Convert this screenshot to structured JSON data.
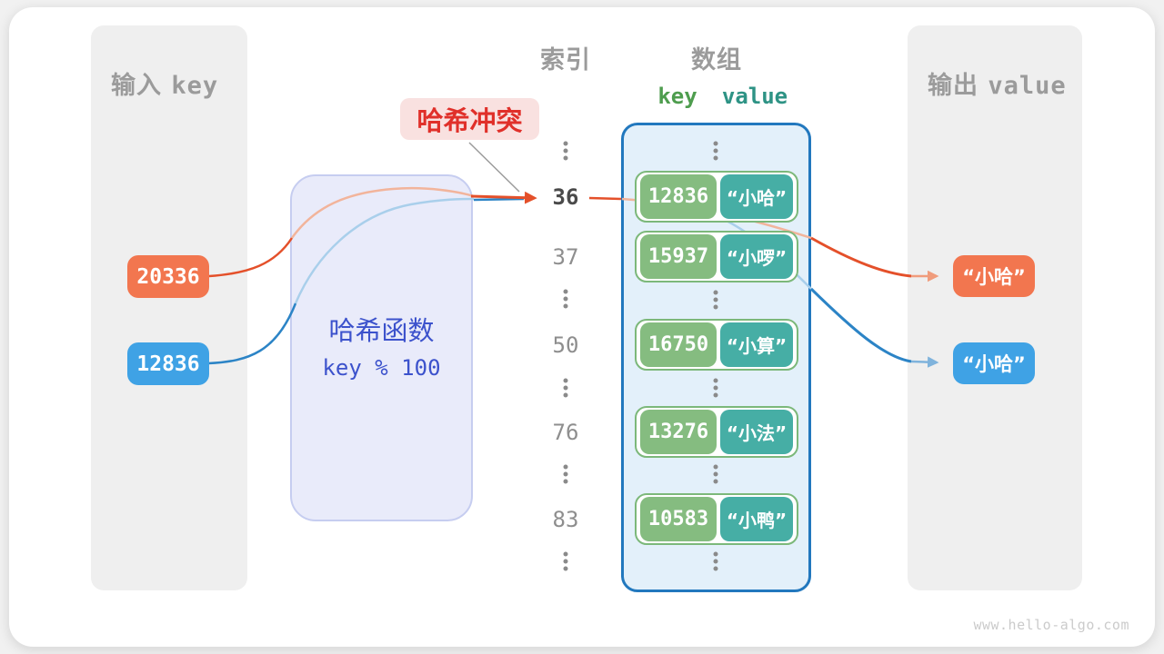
{
  "input_panel": {
    "title_cjk": "输入",
    "title_latin": "key",
    "keys": [
      {
        "value": "20336",
        "color": "#f2764f"
      },
      {
        "value": "12836",
        "color": "#3fa2e5"
      }
    ]
  },
  "hash_box": {
    "title": "哈希函数",
    "formula": "key % 100"
  },
  "collision": {
    "label": "哈希冲突"
  },
  "columns": {
    "index_header": "索引",
    "array_header": "数组",
    "key_header": "key",
    "value_header": "value"
  },
  "rows": [
    {
      "index": "36",
      "key": "12836",
      "value": "“小哈”",
      "highlighted": true
    },
    {
      "index": "37",
      "key": "15937",
      "value": "“小啰”",
      "highlighted": false
    },
    {
      "index": "50",
      "key": "16750",
      "value": "“小算”",
      "highlighted": false
    },
    {
      "index": "76",
      "key": "13276",
      "value": "“小法”",
      "highlighted": false
    },
    {
      "index": "83",
      "key": "10583",
      "value": "“小鸭”",
      "highlighted": false
    }
  ],
  "output_panel": {
    "title_cjk": "输出",
    "title_latin": "value",
    "values": [
      {
        "value": "“小哈”",
        "color": "#f2764f"
      },
      {
        "value": "“小哈”",
        "color": "#3fa2e5"
      }
    ]
  },
  "watermark": "www.hello-algo.com",
  "colors": {
    "orange_chip": "#f2764f",
    "blue_chip": "#3fa2e5",
    "orange_stroke": "#e4502a",
    "blue_stroke": "#2c84c6",
    "green_key_cell": "#85bc80",
    "teal_value_cell": "#46aea5",
    "pair_border": "#7cb87a",
    "array_fill": "#e3f0fa",
    "array_border": "#2278be",
    "hash_fill": "#e9ebfa",
    "hash_text": "#3c52cc",
    "collision_bg": "#f9e1e0",
    "collision_text": "#e0302a",
    "header_gray": "#9b9b9b",
    "key_header_green": "#4e9d4e",
    "value_header_teal": "#2e9385"
  }
}
